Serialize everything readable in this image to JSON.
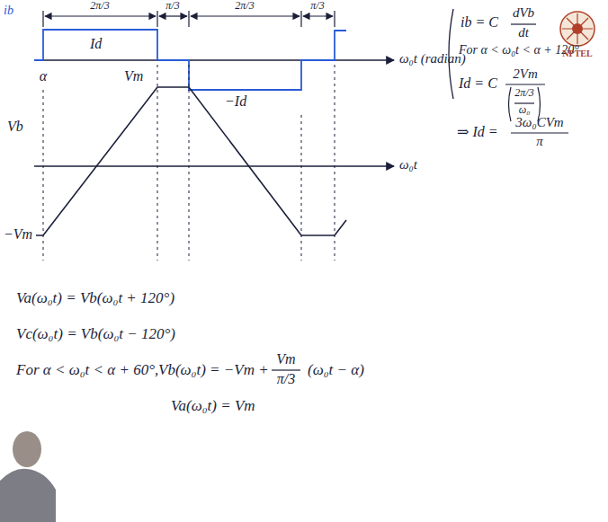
{
  "diagram": {
    "labels": [
      "ib",
      "2π/3",
      "π/3",
      "2π/3",
      "π/3",
      "Id",
      "α",
      "ω₀t (radian)",
      "−Id",
      "Vb",
      "Vm",
      "ω₀t",
      "−Vm",
      "ib = C",
      "dVb",
      "dt",
      "For α < ω₀t < α + 120°",
      "Id = C",
      "2Vm",
      "2π/3",
      "ω₀",
      "⇒ Id =",
      "3ω₀CVm",
      "π",
      "NPTEL",
      "Va(ω₀t) = Vb(ω₀t + 120°)",
      "Vc(ω₀t) = Vb(ω₀t − 120°)",
      "For α < ω₀t < α + 60°,",
      "Vb(ω₀t) = −Vm +",
      "Vm",
      "π/3",
      "(ω₀t − α)",
      "Va(ω₀t) = Vm"
    ]
  }
}
